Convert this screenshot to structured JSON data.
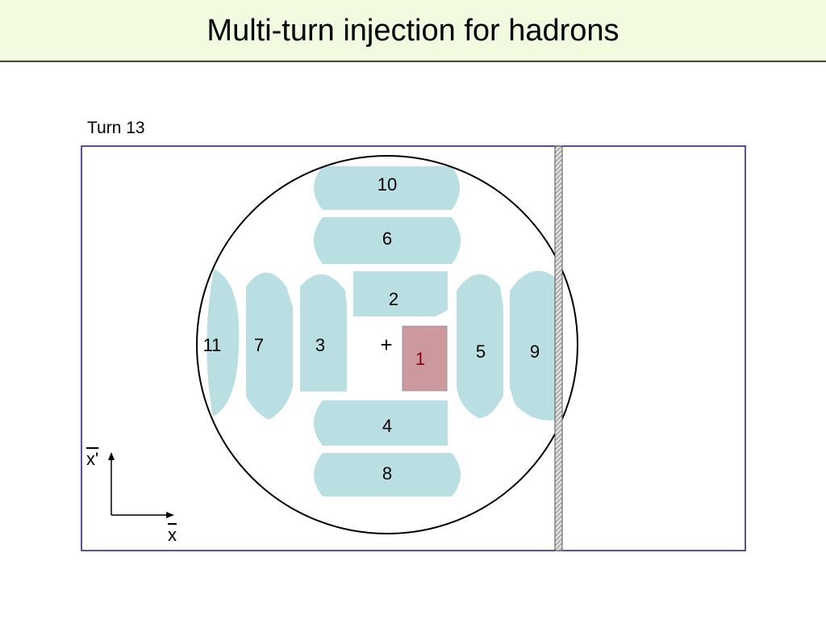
{
  "title": "Multi-turn injection for hadrons",
  "turn_label": "Turn 13",
  "beamlets": [
    {
      "label": "10"
    },
    {
      "label": "6"
    },
    {
      "label": "2"
    },
    {
      "label": "11"
    },
    {
      "label": "7"
    },
    {
      "label": "3"
    },
    {
      "label": "1"
    },
    {
      "label": "5"
    },
    {
      "label": "9"
    },
    {
      "label": "4"
    },
    {
      "label": "8"
    }
  ],
  "center_marker": "+",
  "axes": {
    "x_label": "x",
    "xp_label": "x'"
  },
  "colors": {
    "beamlet": "#badfe3",
    "current_beamlet": "#cc9a9e",
    "current_label": "#8a0010",
    "frame": "#1a1a7a",
    "title_bg": "#f1fbdf"
  }
}
